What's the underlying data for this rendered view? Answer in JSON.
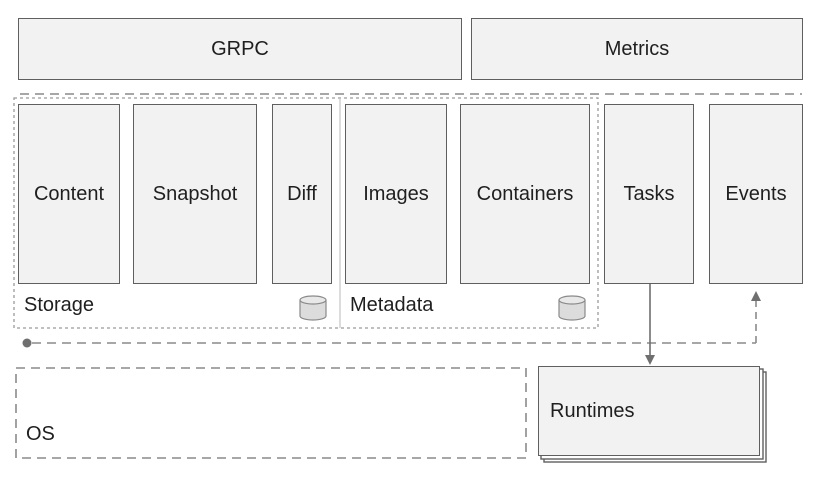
{
  "top": {
    "grpc": "GRPC",
    "metrics": "Metrics"
  },
  "storage": {
    "label": "Storage",
    "items": [
      "Content",
      "Snapshot",
      "Diff"
    ],
    "icon": "database-icon"
  },
  "metadata": {
    "label": "Metadata",
    "items": [
      "Images",
      "Containers"
    ],
    "icon": "database-icon"
  },
  "services": {
    "tasks": "Tasks",
    "events": "Events"
  },
  "bottom": {
    "os": "OS",
    "runtimes": "Runtimes"
  },
  "colors": {
    "box_fill": "#f2f2f2",
    "border": "#5f5f5f",
    "dashed": "#8a8a8a",
    "db_fill": "#dcdcdc"
  }
}
